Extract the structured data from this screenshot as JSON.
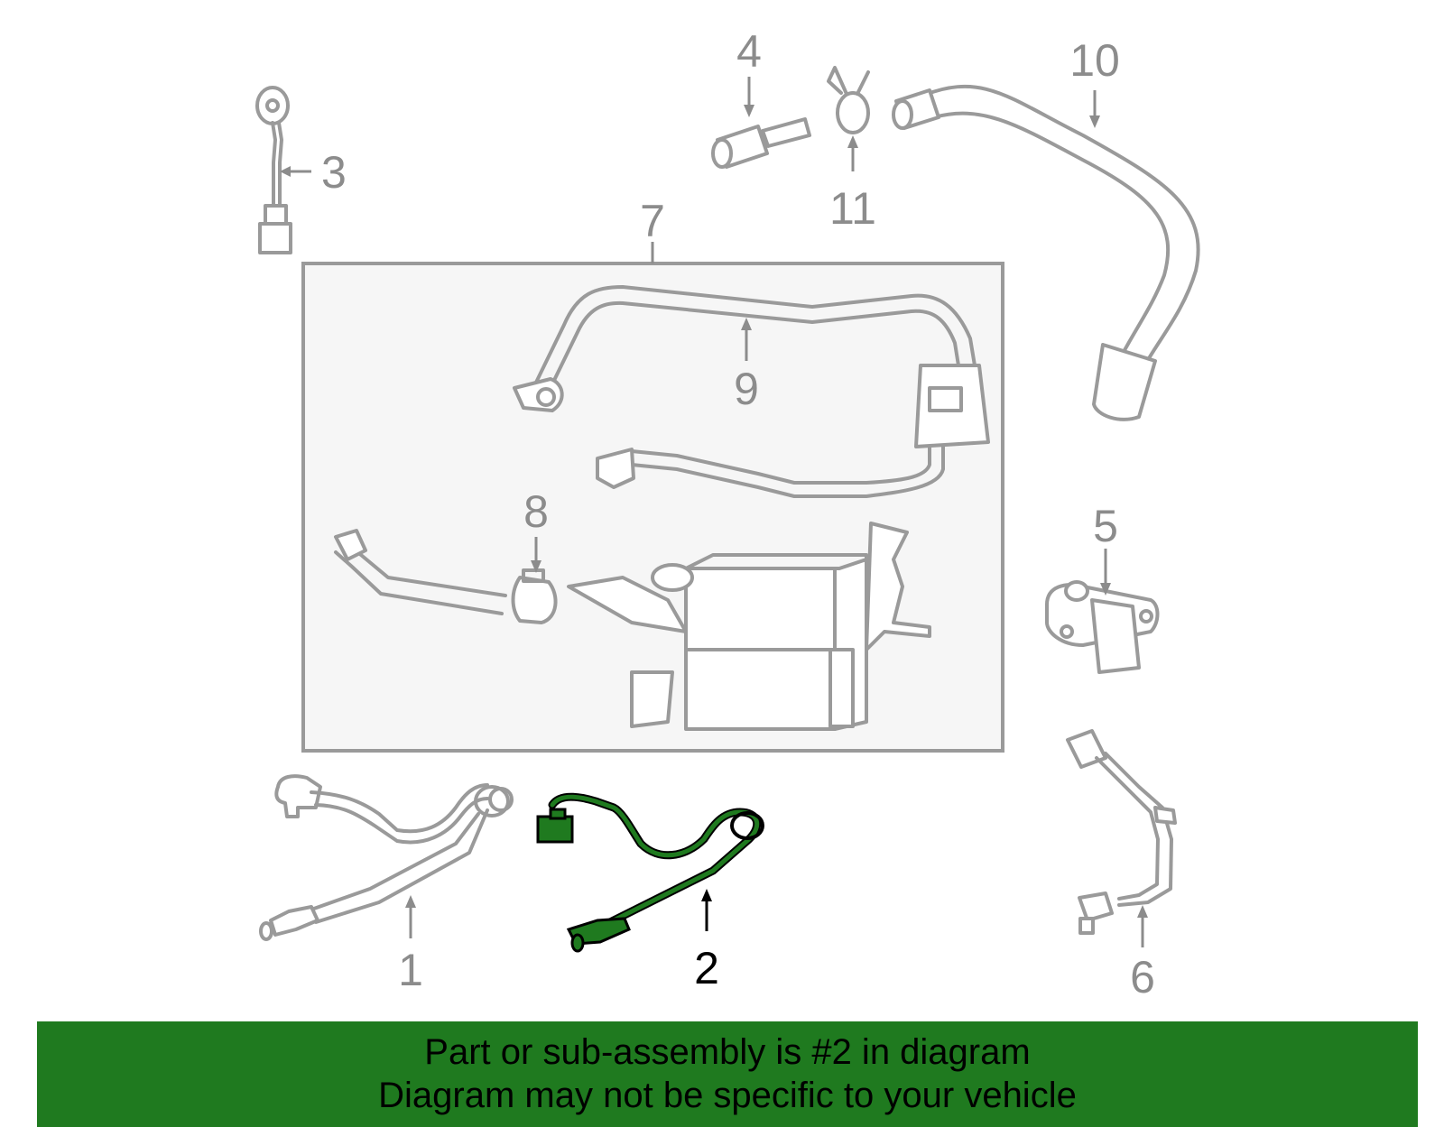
{
  "diagram": {
    "highlighted_part": "2",
    "highlight_color": "#1f7a1f",
    "line_color": "#9a9a9a",
    "callouts": [
      "1",
      "2",
      "3",
      "4",
      "5",
      "6",
      "7",
      "8",
      "9",
      "10",
      "11"
    ]
  },
  "banner": {
    "background_color": "#1f7a1f",
    "line1": "Part or sub-assembly is #2 in diagram",
    "line2": "Diagram may not be specific to your vehicle"
  }
}
